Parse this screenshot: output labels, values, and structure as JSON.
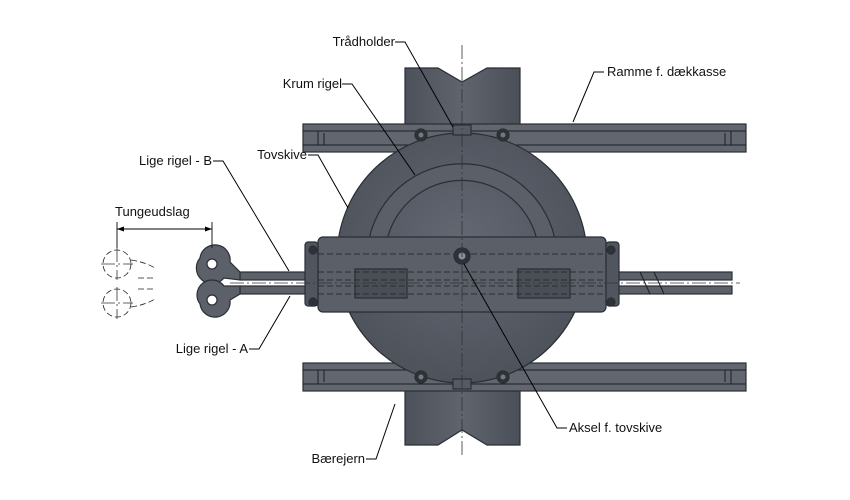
{
  "labels": {
    "tradholder": "Trådholder",
    "krum_rigel": "Krum rigel",
    "ramme": "Ramme f. dækkasse",
    "tovskive": "Tovskive",
    "lige_rigel_b": "Lige rigel - B",
    "tungeudslag": "Tungeudslag",
    "lige_rigel_a": "Lige rigel - A",
    "aksel": "Aksel f. tovskive",
    "baerejern": "Bærejern"
  },
  "colors": {
    "steel_fill": "#575c66",
    "steel_dark": "#3f444c",
    "frame_fill": "#62676f",
    "line": "#1b1f24"
  }
}
